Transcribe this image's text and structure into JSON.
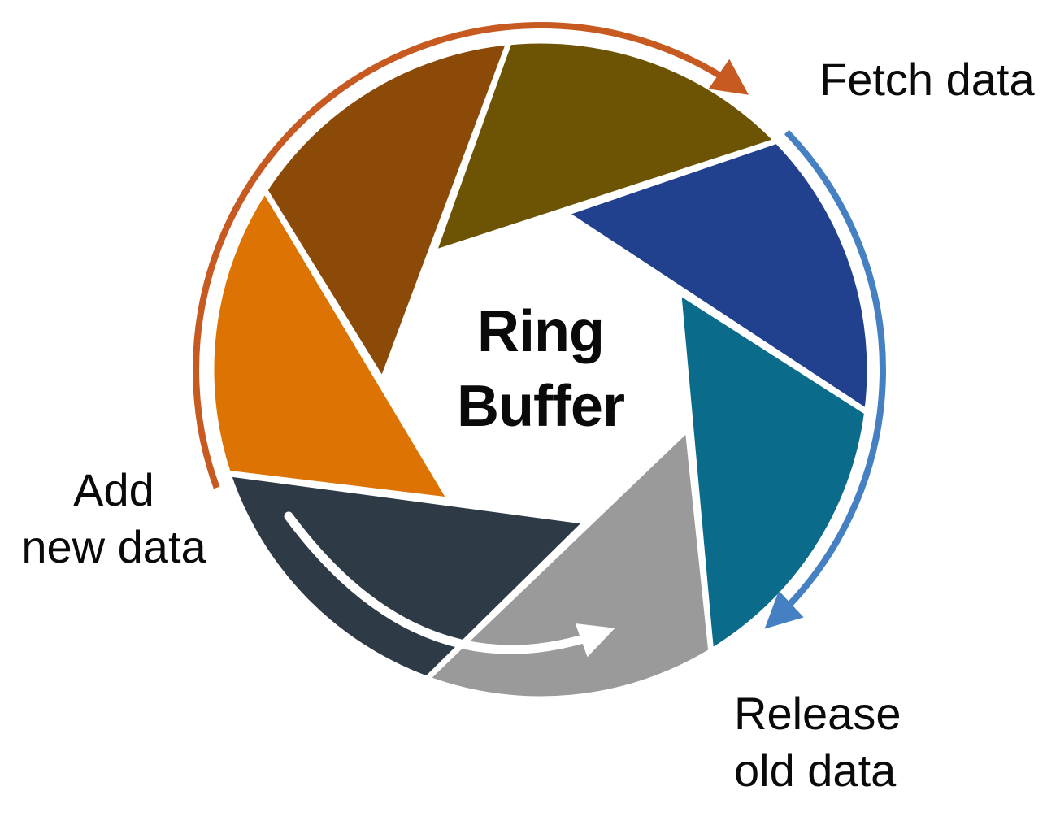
{
  "diagram": {
    "title": "Ring Buffer",
    "center_label": {
      "line1": "Ring",
      "line2": "Buffer"
    },
    "labels": {
      "fetch": "Fetch data",
      "add_line1": "Add",
      "add_line2": "new data",
      "release_line1": "Release",
      "release_line2": "old data"
    },
    "segments": [
      {
        "name": "olive-blade",
        "color": "#6d5404",
        "tip_angle": 227.5
      },
      {
        "name": "navy-blade",
        "color": "#21408e",
        "tip_angle": 278.9
      },
      {
        "name": "teal-blade",
        "color": "#0a6b8a",
        "tip_angle": 330.4
      },
      {
        "name": "gray-blade",
        "color": "#9a9a9a",
        "tip_angle": 21.8
      },
      {
        "name": "slate-blade",
        "color": "#2e3a46",
        "tip_angle": 73.2
      },
      {
        "name": "orange-blade",
        "color": "#dd7303",
        "tip_angle": 124.7
      },
      {
        "name": "brown-blade",
        "color": "#8c4a08",
        "tip_angle": 176.1
      }
    ],
    "arrows": {
      "add_flow": {
        "name": "add-new-data-arrow",
        "color": "#c65a21"
      },
      "fetch_flow": {
        "name": "fetch-release-arrow",
        "color": "#4480c2"
      },
      "release_flow": {
        "name": "release-old-data-arrow",
        "color": "#ffffff"
      }
    }
  }
}
